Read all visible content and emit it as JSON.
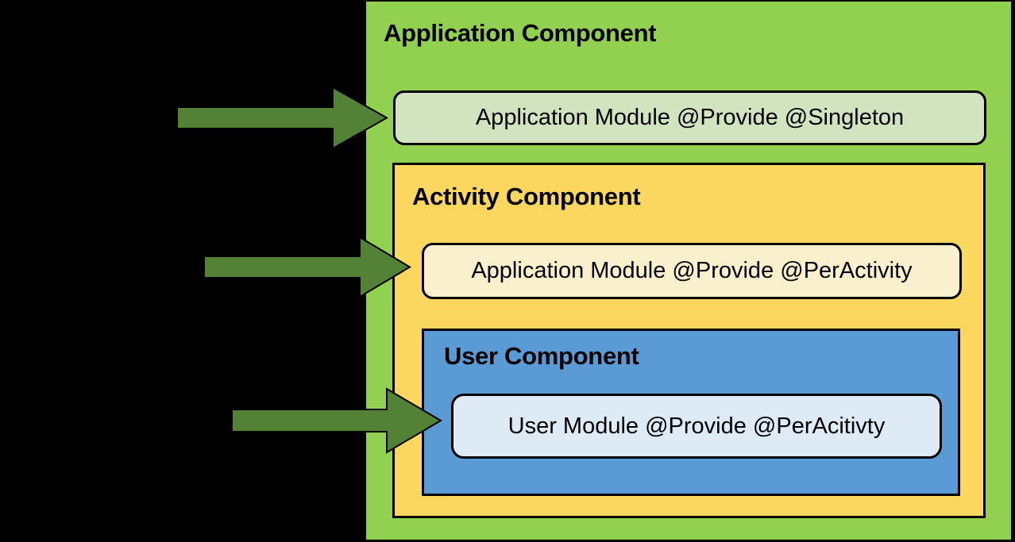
{
  "colors": {
    "background": "#000000",
    "application_green": "#92D050",
    "application_module_fill": "#D2E4BF",
    "activity_yellow": "#FCD75F",
    "activity_module_fill": "#FBF0CE",
    "user_blue": "#5B9BD5",
    "user_module_fill": "#DEEAF6",
    "arrow_green": "#538135",
    "outline_black": "#000000",
    "text_black": "#000000"
  },
  "components": {
    "application": {
      "title": "Application Component",
      "module_label": "Application Module @Provide @Singleton"
    },
    "activity": {
      "title": "Activity Component",
      "module_label": "Application Module @Provide @PerActivity"
    },
    "user": {
      "title": "User Component",
      "module_label": "User Module @Provide @PerAcitivty"
    }
  },
  "arrows": [
    {
      "icon": "arrow-right-icon"
    },
    {
      "icon": "arrow-right-icon"
    },
    {
      "icon": "arrow-right-icon"
    }
  ]
}
